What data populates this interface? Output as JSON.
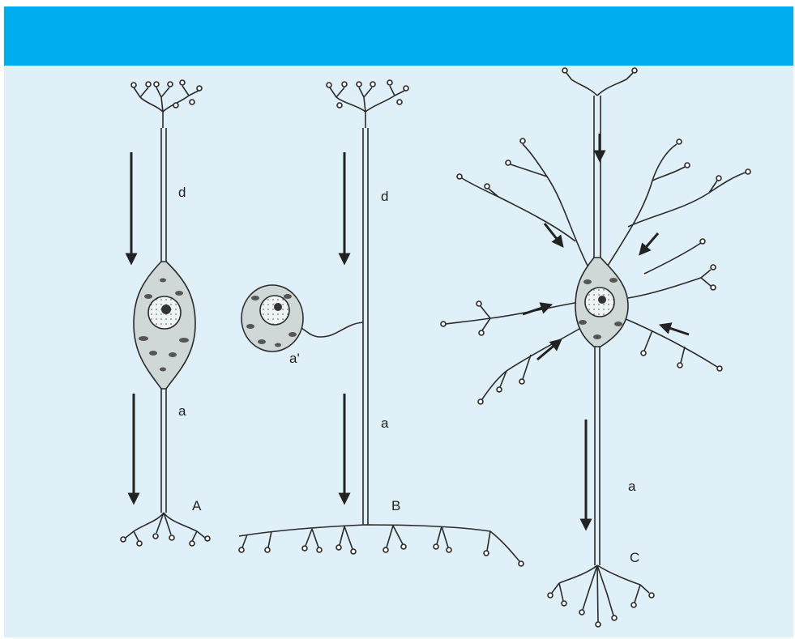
{
  "header": {
    "color": "#00aeef",
    "title": ""
  },
  "colors": {
    "background": "#dff0f9",
    "ink": "#2a2a2a",
    "body_fill": "#cfd8d6"
  },
  "neurons": {
    "A": {
      "label": "A",
      "dendrite": "d",
      "axon": "a"
    },
    "B": {
      "label": "B",
      "dendrite": "d",
      "axon": "a",
      "axon_branch": "a'"
    },
    "C": {
      "label": "C",
      "axon": "a"
    }
  },
  "icons": [
    "arrow-down-icon",
    "arrow-inward-icon"
  ]
}
